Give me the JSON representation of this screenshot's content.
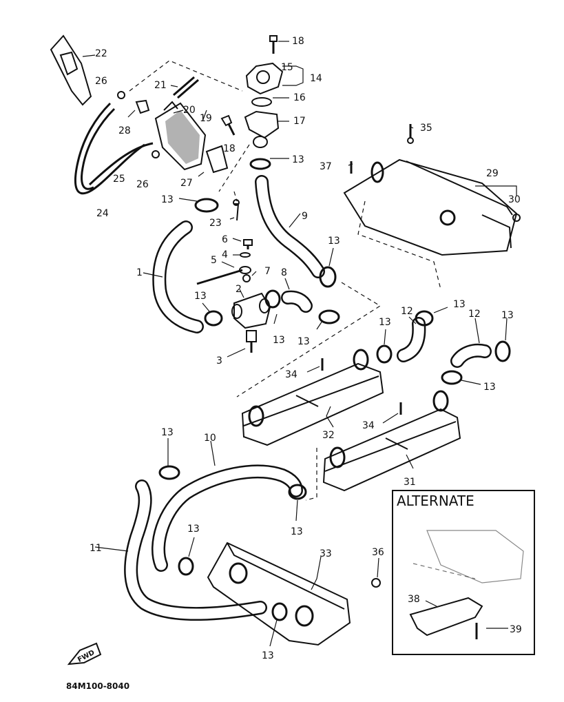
{
  "labels": {
    "l1": "1",
    "l2": "2",
    "l3": "3",
    "l4": "4",
    "l5": "5",
    "l6": "6",
    "l7": "7",
    "l8": "8",
    "l9": "9",
    "l10": "10",
    "l11": "11",
    "l12a": "12",
    "l12b": "12",
    "l13": "13",
    "l14": "14",
    "l15": "15",
    "l16": "16",
    "l17": "17",
    "l18a": "18",
    "l18b": "18",
    "l19": "19",
    "l20": "20",
    "l21": "21",
    "l22": "22",
    "l23": "23",
    "l24": "24",
    "l25": "25",
    "l26a": "26",
    "l26b": "26",
    "l27": "27",
    "l28": "28",
    "l29": "29",
    "l30": "30",
    "l31": "31",
    "l32": "32",
    "l33": "33",
    "l34a": "34",
    "l34b": "34",
    "l35": "35",
    "l36": "36",
    "l37": "37",
    "l38": "38",
    "l39": "39"
  },
  "alternate_title": "ALTERNATE",
  "fwd_label": "FWD",
  "diagram_code": "84M100-8040"
}
